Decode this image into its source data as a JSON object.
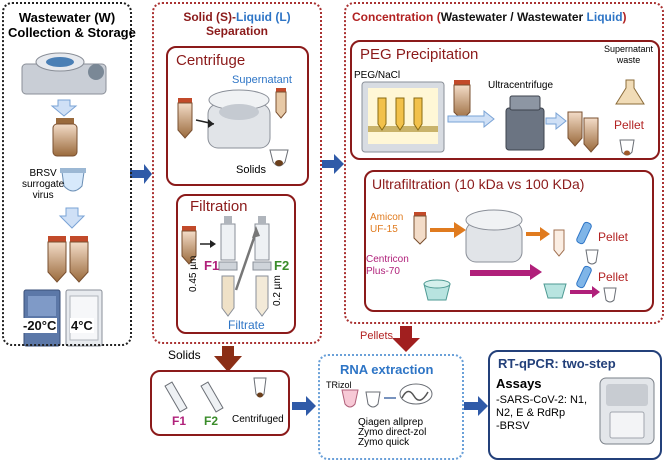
{
  "collection": {
    "title_line1": "Wastewater (W)",
    "title_line2": "Collection & Storage",
    "brsv_line1": "BRSV",
    "brsv_line2": "surrogate",
    "brsv_line3": "virus",
    "temp_minus20": "-20°C",
    "temp_4": "4°C"
  },
  "separation": {
    "title_solid": "Solid (S)",
    "title_dash": "-",
    "title_liquid": "Liquid (L)",
    "title_line2": "Separation",
    "centrifuge": {
      "title": "Centrifuge",
      "supernatant": "Supernatant",
      "solids": "Solids"
    },
    "filtration": {
      "title": "Filtration",
      "f1": "F1",
      "f2": "F2",
      "pore1": "0.45 µm",
      "pore2": "0.2 µm",
      "filtrate": "Filtrate"
    }
  },
  "concentration": {
    "title_prefix": "Concentration",
    "title_paren_open": "(",
    "title_wastewater": "Wastewater /",
    "title_ww2": "Wastewater",
    "title_liquid": "Liquid",
    "title_paren_close": ")",
    "peg": {
      "title": "PEG Precipitation",
      "reagent": "PEG/NaCl",
      "ultracentrifuge": "Ultracentrifuge",
      "supernatant_line1": "Supernatant",
      "supernatant_line2": "waste",
      "pellet": "Pellet"
    },
    "uf": {
      "title": "Ultrafiltration (10 kDa vs 100 KDa)",
      "amicon_line1": "Amicon",
      "amicon_line2": "UF-15",
      "centricon_line1": "Centricon",
      "centricon_line2": "Plus-70",
      "pellet1": "Pellet",
      "pellet2": "Pellet"
    }
  },
  "solids_section": {
    "label": "Solids",
    "f1": "F1",
    "f2": "F2",
    "centrifuged": "Centrifuged"
  },
  "rna": {
    "pellets_label": "Pellets",
    "title": "RNA extraction",
    "trizol": "TRizol",
    "methods": [
      "Qiagen allprep",
      "Zymo direct-zol",
      "Zymo quick"
    ]
  },
  "rtqpcr": {
    "title": "RT-qPCR: two-step",
    "assays_title": "Assays",
    "assay_lines": [
      "-SARS-CoV-2: N1,",
      "N2, E & RdRp",
      "-BRSV"
    ]
  },
  "colors": {
    "red": "#b22222",
    "blue": "#2e75c6",
    "navy": "#23407a",
    "arrow_blue": "#2f5aa8",
    "arrow_brown": "#8b2e16",
    "magenta": "#b0207a",
    "green": "#3a8c2a",
    "orange": "#e07b1f"
  }
}
